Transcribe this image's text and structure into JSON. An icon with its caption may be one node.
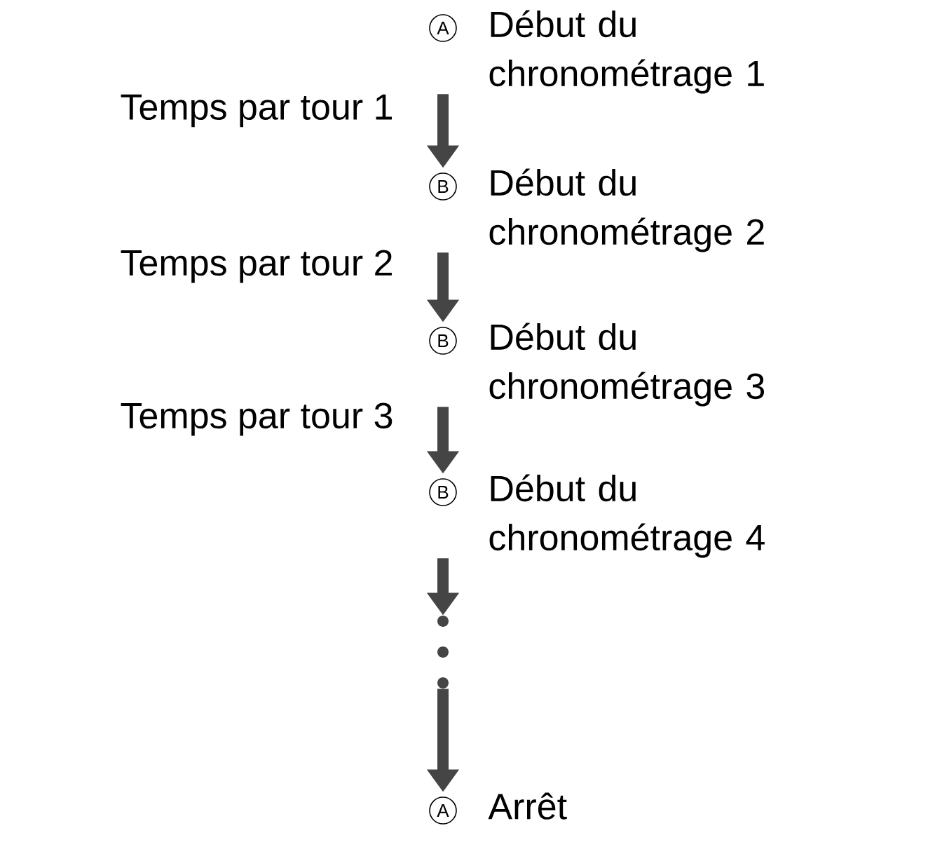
{
  "diagram": {
    "nodes": [
      {
        "text": [
          "A",
          "Début du chronométrage 1"
        ]
      },
      {
        "text": [
          "B",
          "Début du chronométrage 2"
        ]
      },
      {
        "text": [
          "B",
          "Début du chronométrage 3"
        ]
      },
      {
        "text": [
          "B",
          "Début du chronométrage 4"
        ]
      },
      {
        "text": [],
        "shape": "dots"
      },
      {
        "text": [
          "A",
          "Arrêt"
        ]
      }
    ],
    "edges": [
      {
        "from": 0,
        "to": 1,
        "arrow": "to",
        "label": "Temps par tour 1"
      },
      {
        "from": 1,
        "to": 2,
        "arrow": "to",
        "label": "Temps par tour 2"
      },
      {
        "from": 2,
        "to": 3,
        "arrow": "to",
        "label": "Temps par tour 3"
      },
      {
        "from": 3,
        "to": 4,
        "arrow": "to"
      },
      {
        "from": 4,
        "to": 5,
        "arrow": "to"
      }
    ]
  }
}
